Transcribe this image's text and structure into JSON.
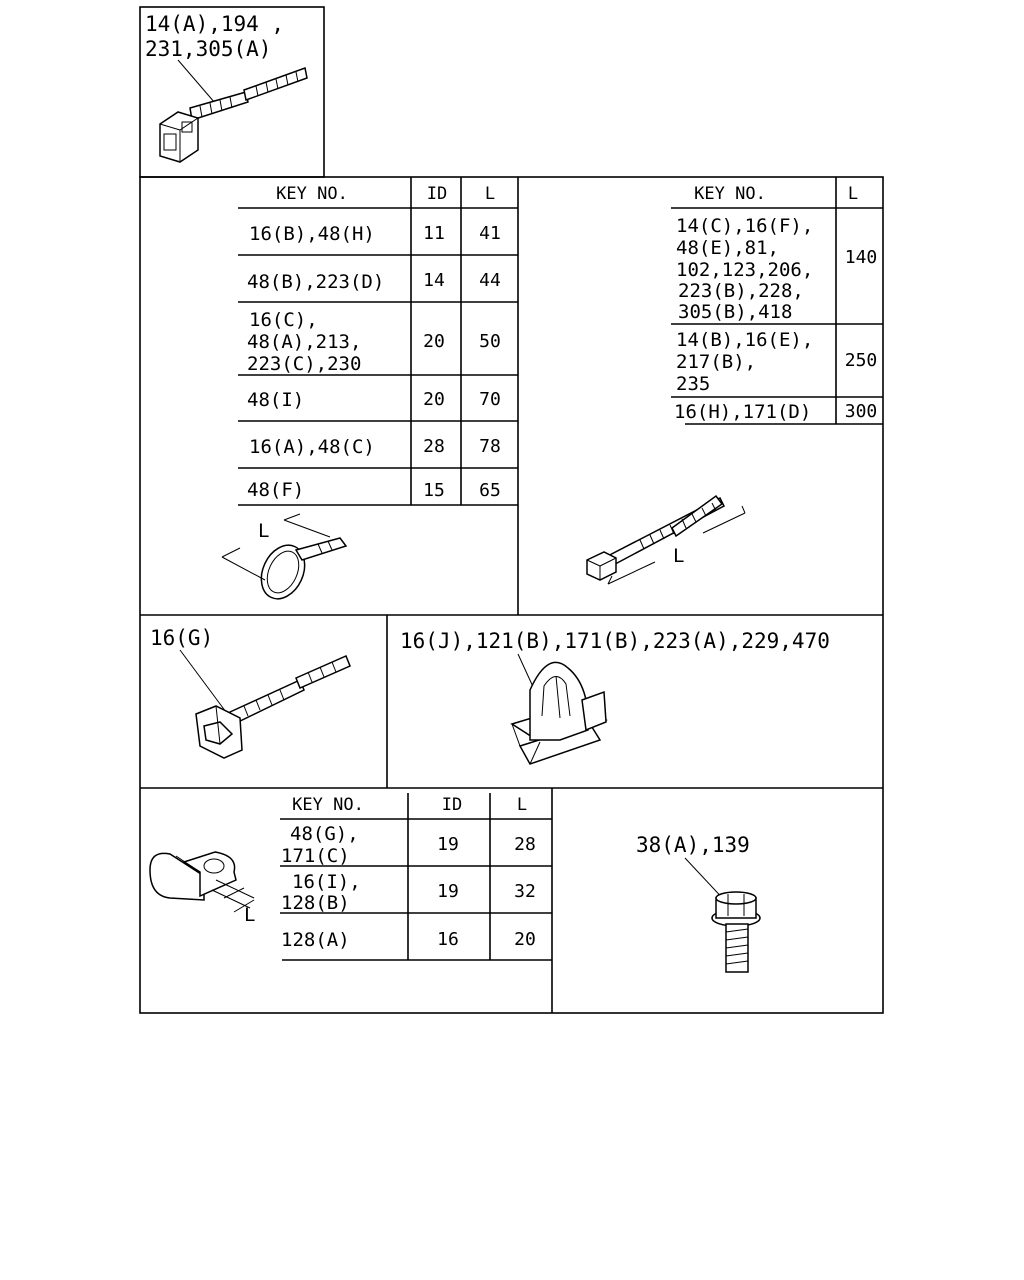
{
  "callouts": {
    "tie_mount_a": [
      "14(A),194 ,",
      "231,305(A)"
    ],
    "push_tie": "16(G)",
    "clip": "16(J),121(B),171(B),223(A),229,470",
    "bolt": "38(A),139"
  },
  "loop_table": {
    "headers": [
      "KEY NO.",
      "ID",
      "L"
    ],
    "rows": [
      {
        "key": [
          "16(B),48(H)"
        ],
        "id": "11",
        "l": "41"
      },
      {
        "key": [
          "48(B),223(D)"
        ],
        "id": "14",
        "l": "44"
      },
      {
        "key": [
          "16(C),",
          "48(A),213,",
          "223(C),230"
        ],
        "id": "20",
        "l": "50"
      },
      {
        "key": [
          "48(I)"
        ],
        "id": "20",
        "l": "70"
      },
      {
        "key": [
          "16(A),48(C)"
        ],
        "id": "28",
        "l": "78"
      },
      {
        "key": [
          "48(F)"
        ],
        "id": "15",
        "l": "65"
      }
    ],
    "dim_label": "L"
  },
  "strap_table": {
    "headers": [
      "KEY NO.",
      "L"
    ],
    "rows": [
      {
        "key": [
          "14(C),16(F),",
          "48(E),81,",
          "102,123,206,",
          "223(B),228,",
          "305(B),418"
        ],
        "l": "140"
      },
      {
        "key": [
          "14(B),16(E),",
          "217(B),",
          "235"
        ],
        "l": "250"
      },
      {
        "key": [
          "16(H),171(D)"
        ],
        "l": "300"
      }
    ],
    "dim_label": "L"
  },
  "clamp_table": {
    "headers": [
      "KEY NO.",
      "ID",
      "L"
    ],
    "rows": [
      {
        "key": [
          "48(G),",
          "171(C)"
        ],
        "id": "19",
        "l": "28"
      },
      {
        "key": [
          "16(I),",
          "128(B)"
        ],
        "id": "19",
        "l": "32"
      },
      {
        "key": [
          "128(A)"
        ],
        "id": "16",
        "l": "20"
      }
    ],
    "dim_label": "L"
  }
}
